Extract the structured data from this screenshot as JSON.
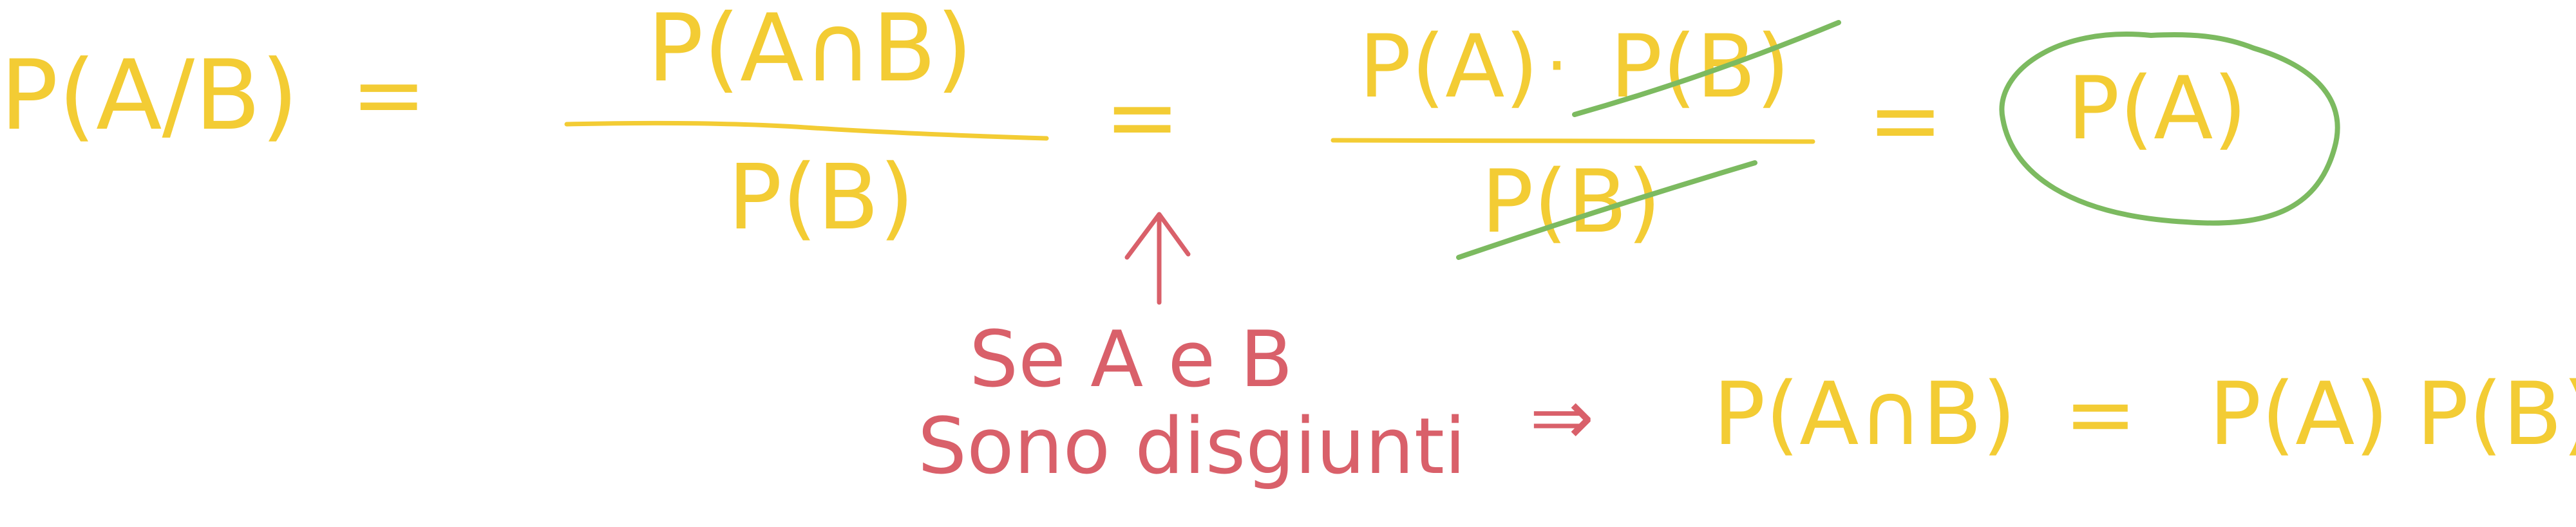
{
  "colors": {
    "yellow": "#f3cc34",
    "red": "#d9606a",
    "green": "#7cba60",
    "background": "#ffffff"
  },
  "equation": {
    "lhs": "P(A/B)",
    "eq1": "=",
    "frac1_numerator": "P(A∩B)",
    "frac1_denominator": "P(B)",
    "eq2": "=",
    "frac2_numerator_a": "P(A)",
    "frac2_numerator_dot": "·",
    "frac2_numerator_b": "P(B)",
    "frac2_denominator": "P(B)",
    "eq3": "=",
    "result": "P(A)"
  },
  "annotation": {
    "line1": "Se A e B",
    "line2": "Sono disgiunti",
    "implies": "⇒",
    "identity_lhs": "P(A∩B)",
    "identity_eq": "=",
    "identity_rhs": "P(A) P(B)"
  }
}
